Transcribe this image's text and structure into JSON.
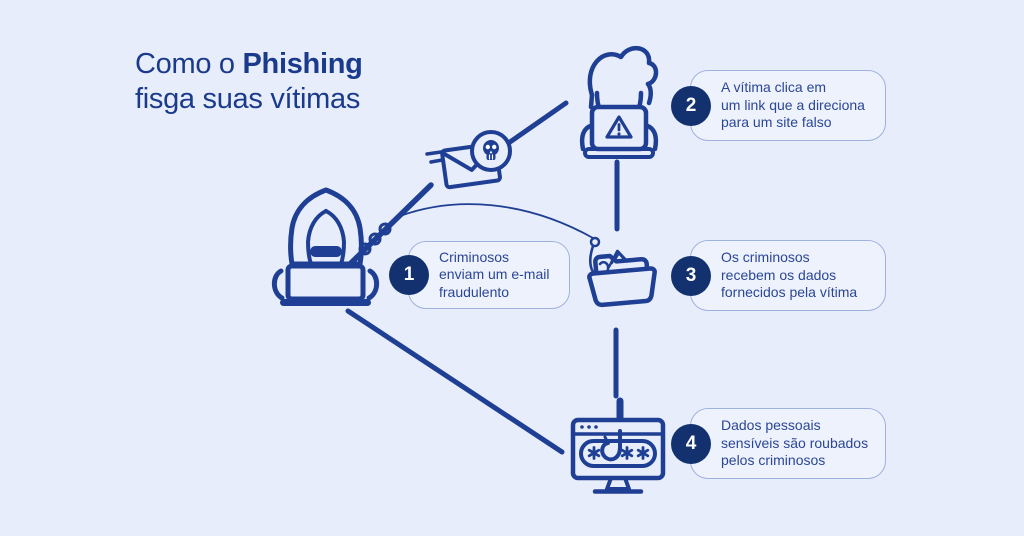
{
  "title": {
    "line1_regular": "Como o ",
    "line1_bold": "Phishing",
    "line2": "fisga suas vítimas"
  },
  "steps": [
    {
      "number": "1",
      "text": "Criminosos\nenviam um e-mail\nfraudulento"
    },
    {
      "number": "2",
      "text": "A vítima clica em\num link que a direciona\npara um site falso"
    },
    {
      "number": "3",
      "text": "Os criminosos\nrecebem os dados\nfornecidos pela vítima"
    },
    {
      "number": "4",
      "text": "Dados pessoais\nsensíveis são roubados\npelos criminosos"
    }
  ],
  "icons": {
    "hacker": "hacker-with-fishing-rod-icon",
    "email": "phishing-email-skull-icon",
    "victim": "victim-at-laptop-warning-icon",
    "folder": "hooked-folder-icon",
    "monitor": "stolen-password-browser-icon"
  },
  "colors": {
    "background": "#e8edfb",
    "navy": "#1e3f93",
    "badge_navy": "#14316f",
    "callout_bg": "#eef2fd",
    "callout_border": "#9fb2dd",
    "text_navy": "#2a4697",
    "title_navy": "#1a3a8c",
    "white": "#ffffff"
  }
}
